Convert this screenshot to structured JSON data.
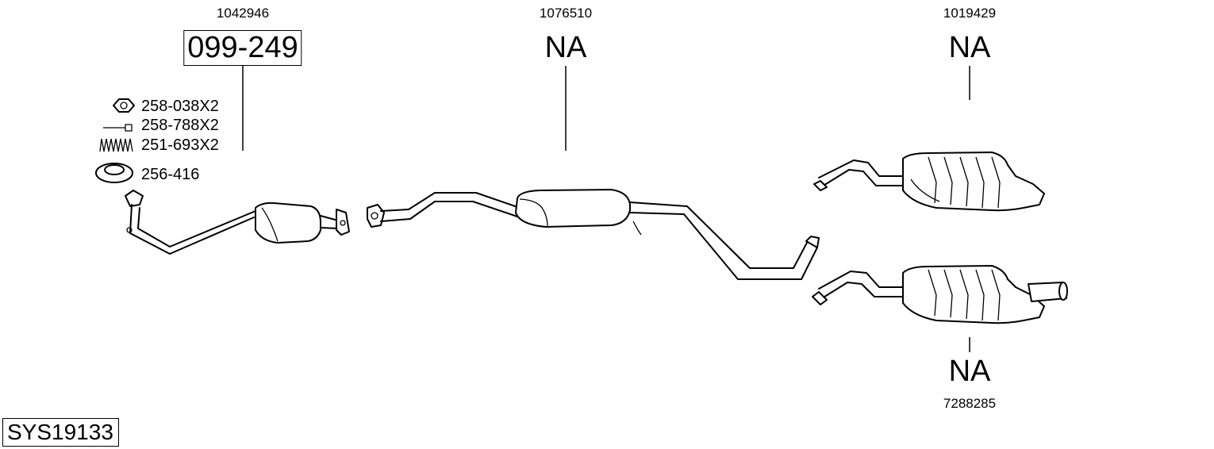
{
  "system": {
    "label": "SYS19133"
  },
  "parts": [
    {
      "id": "front-pipe-catalyst",
      "oe_number": "1042946",
      "part_code": "099-249",
      "boxed": true
    },
    {
      "id": "centre-silencer",
      "oe_number": "1076510",
      "part_code": "NA",
      "boxed": false
    },
    {
      "id": "rear-silencer-upper",
      "oe_number": "1019429",
      "part_code": "NA",
      "boxed": false
    },
    {
      "id": "rear-silencer-lower",
      "oe_number": "7288285",
      "part_code": "NA",
      "boxed": false
    }
  ],
  "accessories": [
    {
      "code": "258-038X2",
      "icon": "nut-icon"
    },
    {
      "code": "258-788X2",
      "icon": "bolt-icon"
    },
    {
      "code": "251-693X2",
      "icon": "spring-icon"
    },
    {
      "code": "256-416",
      "icon": "gasket-ring-icon"
    }
  ]
}
